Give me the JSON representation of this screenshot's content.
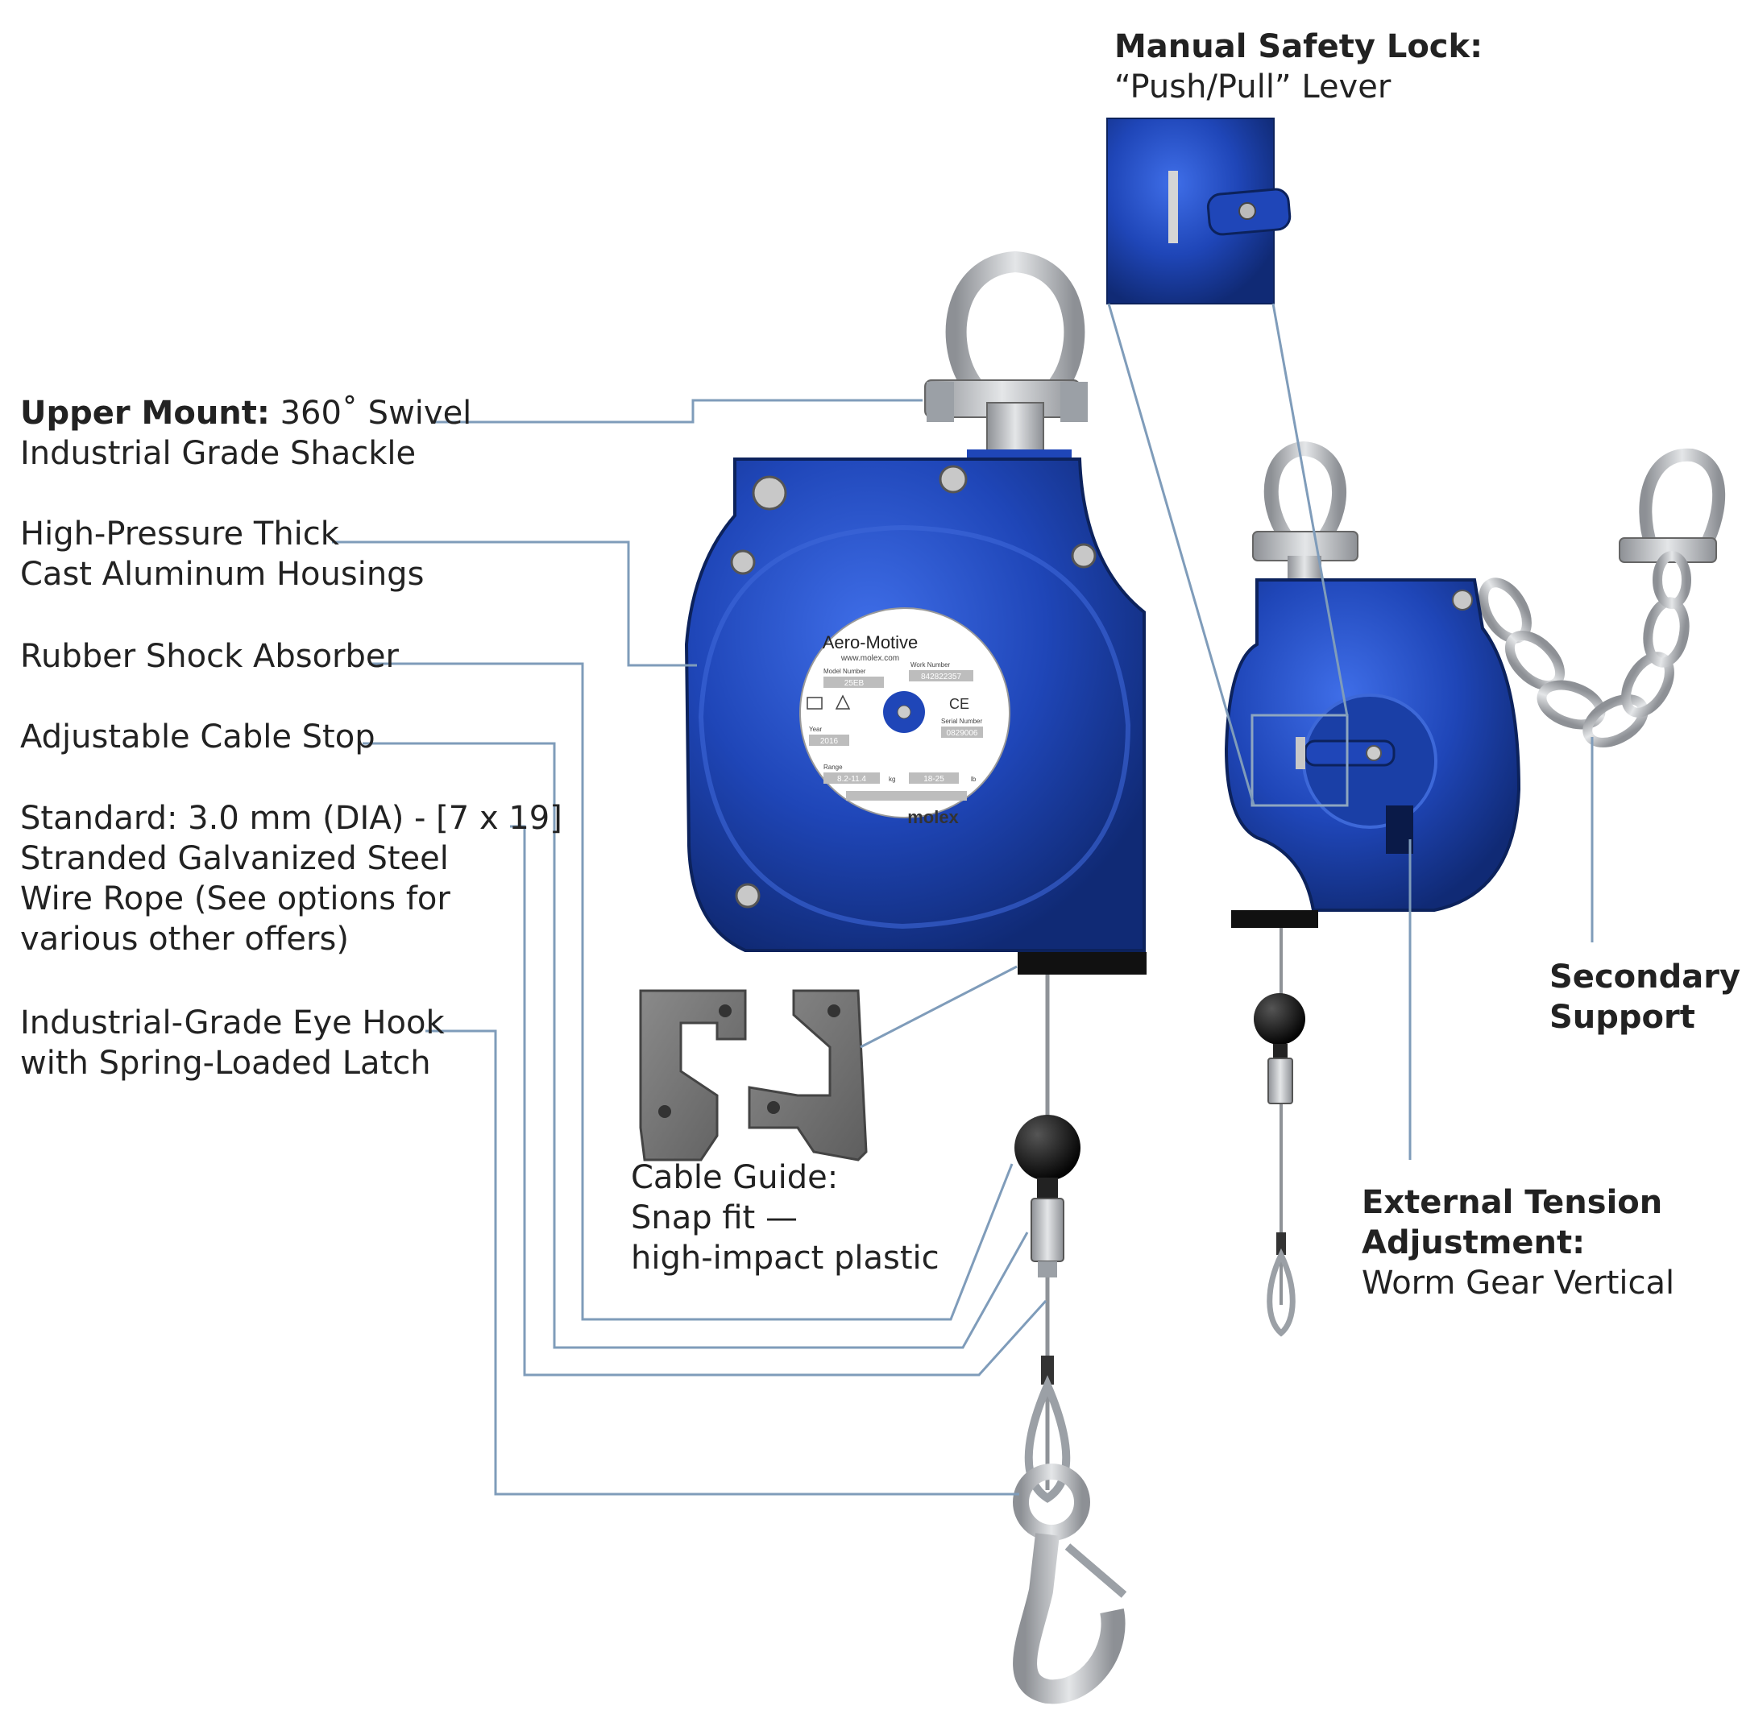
{
  "callouts": {
    "upper_mount": {
      "title": "Upper Mount:",
      "text": "360˚ Swivel",
      "line2": "Industrial Grade Shackle"
    },
    "housing": {
      "line1": "High-Pressure Thick",
      "line2": "Cast Aluminum Housings"
    },
    "shock_absorber": {
      "line1": "Rubber Shock Absorber"
    },
    "cable_stop": {
      "line1": "Adjustable Cable Stop"
    },
    "wire_rope": {
      "line1": "Standard: 3.0 mm (DIA) - [7 x 19]",
      "line2": "Stranded Galvanized Steel",
      "line3": "Wire Rope (See options for",
      "line4": "various other offers)"
    },
    "eye_hook": {
      "line1": "Industrial-Grade Eye Hook",
      "line2": "with Spring-Loaded Latch"
    },
    "cable_guide": {
      "line1": "Cable Guide:",
      "line2": "Snap fit —",
      "line3": "high-impact plastic"
    },
    "safety_lock": {
      "title": "Manual Safety Lock:",
      "line2": "“Push/Pull” Lever"
    },
    "secondary_support": {
      "line1": "Secondary",
      "line2": "Support"
    },
    "tension_adjust": {
      "line1": "External Tension",
      "line2": "Adjustment:",
      "line3": "Worm Gear Vertical"
    }
  },
  "nameplate": {
    "brand": "Aero-Motive",
    "website": "www.molex.com",
    "model_label": "Model Number",
    "model_value": "25EB",
    "work_label": "Work Number",
    "work_value": "842822357",
    "ce_mark": "CE",
    "year_label": "Year",
    "year_value": "2016",
    "serial_label": "Serial Number",
    "serial_value": "0829006",
    "range_label": "Range",
    "range_kg": "8.2-11.4",
    "kg_unit": "kg",
    "range_lb": "18-25",
    "lb_unit": "lb",
    "maker": "molex"
  },
  "colors": {
    "housing_blue": "#1f46b8",
    "housing_dark": "#13307e",
    "leader_line": "#7f9cba",
    "steel": "#b9bcc0",
    "plastic_grey": "#777777"
  }
}
